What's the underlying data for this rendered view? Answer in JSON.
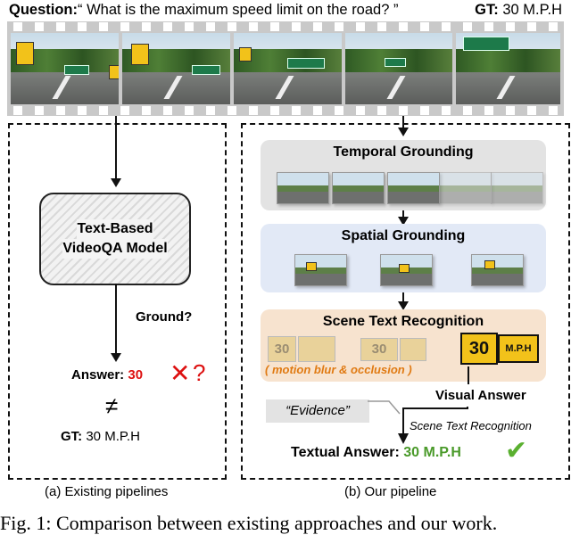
{
  "header": {
    "question_label": "Question:",
    "question_text": "“ What is the maximum speed limit on the road? ”",
    "gt_label": "GT:",
    "gt_value": "30 M.P.H"
  },
  "left_panel": {
    "model_line1": "Text-Based",
    "model_line2": "VideoQA Model",
    "ground_label": "Ground?",
    "answer_label": "Answer:",
    "answer_value": "30",
    "cross_symbol": "✕",
    "question_symbol": "?",
    "neq_symbol": "≠",
    "gt_label": "GT:",
    "gt_value": "30 M.P.H",
    "caption": "(a) Existing pipelines"
  },
  "right_panel": {
    "temporal_title": "Temporal Grounding",
    "spatial_title": "Spatial Grounding",
    "scene_title": "Scene Text Recognition",
    "blur_note": "( motion blur & occlusion )",
    "sign_number": "30",
    "sign_unit": "M.P.H",
    "visual_answer": "Visual Answer",
    "evidence": "“Evidence”",
    "str_label": "Scene Text Recognition",
    "textual_label": "Textual Answer:",
    "textual_value": "30 M.P.H",
    "check_symbol": "✔",
    "caption": "(b) Our pipeline"
  },
  "figure_caption": "Fig. 1: Comparison between existing approaches and our work.",
  "colors": {
    "wrong": "#d11111",
    "correct": "#4a9a2a",
    "temporal_bg": "#e3e3e3",
    "spatial_bg": "#e2e9f6",
    "scene_bg": "#f7e3cf",
    "blur_note": "#e07a12"
  }
}
